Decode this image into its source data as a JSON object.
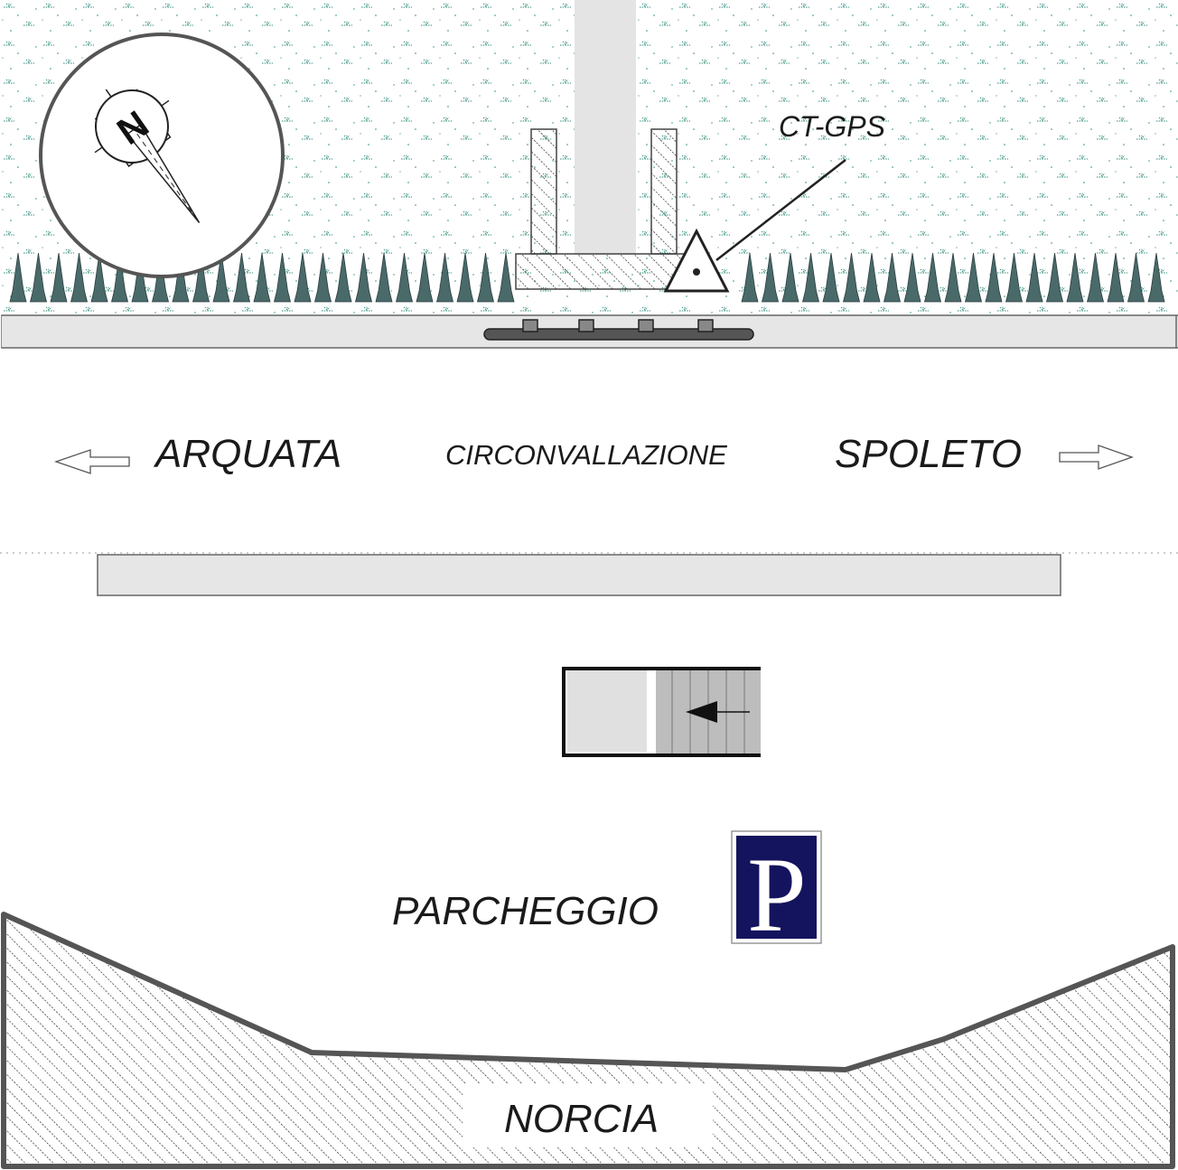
{
  "labels": {
    "station": "CT-GPS",
    "west_town": "ARQUATA",
    "road": "CIRCONVALLAZIONE",
    "east_town": "SPOLETO",
    "parking": "PARCHEGGIO",
    "parking_sign": "P",
    "town": "NORCIA",
    "north": "N"
  },
  "icons": {
    "compass": "compass-north-icon",
    "station_marker": "triangle-station-icon",
    "parking_sign": "parking-sign-icon",
    "arrow_west": "arrow-left-icon",
    "arrow_east": "arrow-right-icon",
    "stairs": "stairs-icon"
  },
  "colors": {
    "vegetation": "#2e8b7a",
    "tree": "#4a6a6a",
    "road": "#e6e6e6",
    "hatch": "#222222",
    "parking_blue": "#14145e",
    "column": "#e4e4e4",
    "outline": "#555555"
  }
}
